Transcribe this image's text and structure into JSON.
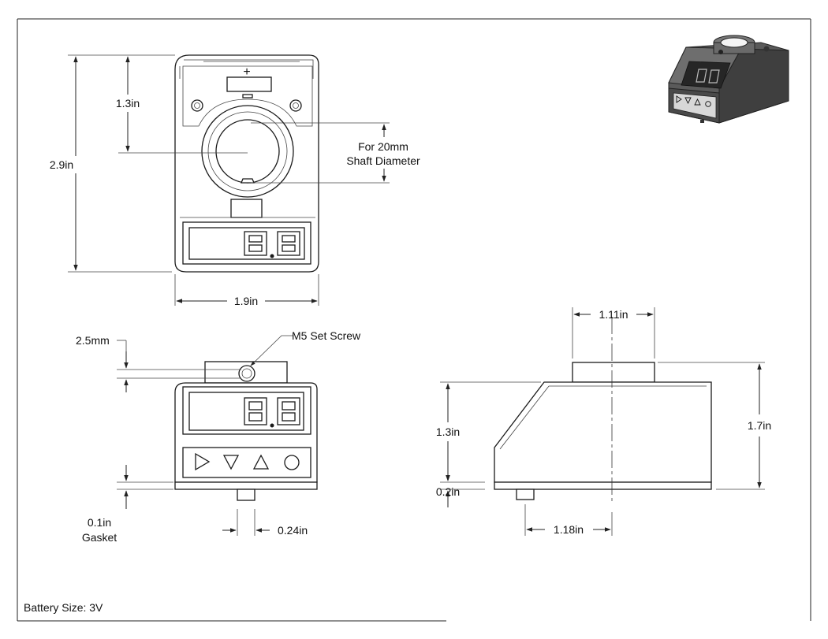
{
  "labels": {
    "top_height": "1.3in",
    "total_height": "2.9in",
    "shaft_line1": "For 20mm",
    "shaft_line2": "Shaft Diameter",
    "width": "1.9in",
    "screw": "M5 Set Screw",
    "screw_offset": "2.5mm",
    "gasket_value": "0.1in",
    "gasket_word": "Gasket",
    "pin_width": "0.24in",
    "collar_width": "1.11in",
    "side_height": "1.3in",
    "overall_height": "1.7in",
    "base_height": "0.2in",
    "pin_offset": "1.18in",
    "battery": "Battery Size: 3V",
    "plus": "+",
    "display_value": "0.0"
  },
  "buttons": [
    "play-icon",
    "down-triangle-icon",
    "up-triangle-icon",
    "circle-icon"
  ]
}
